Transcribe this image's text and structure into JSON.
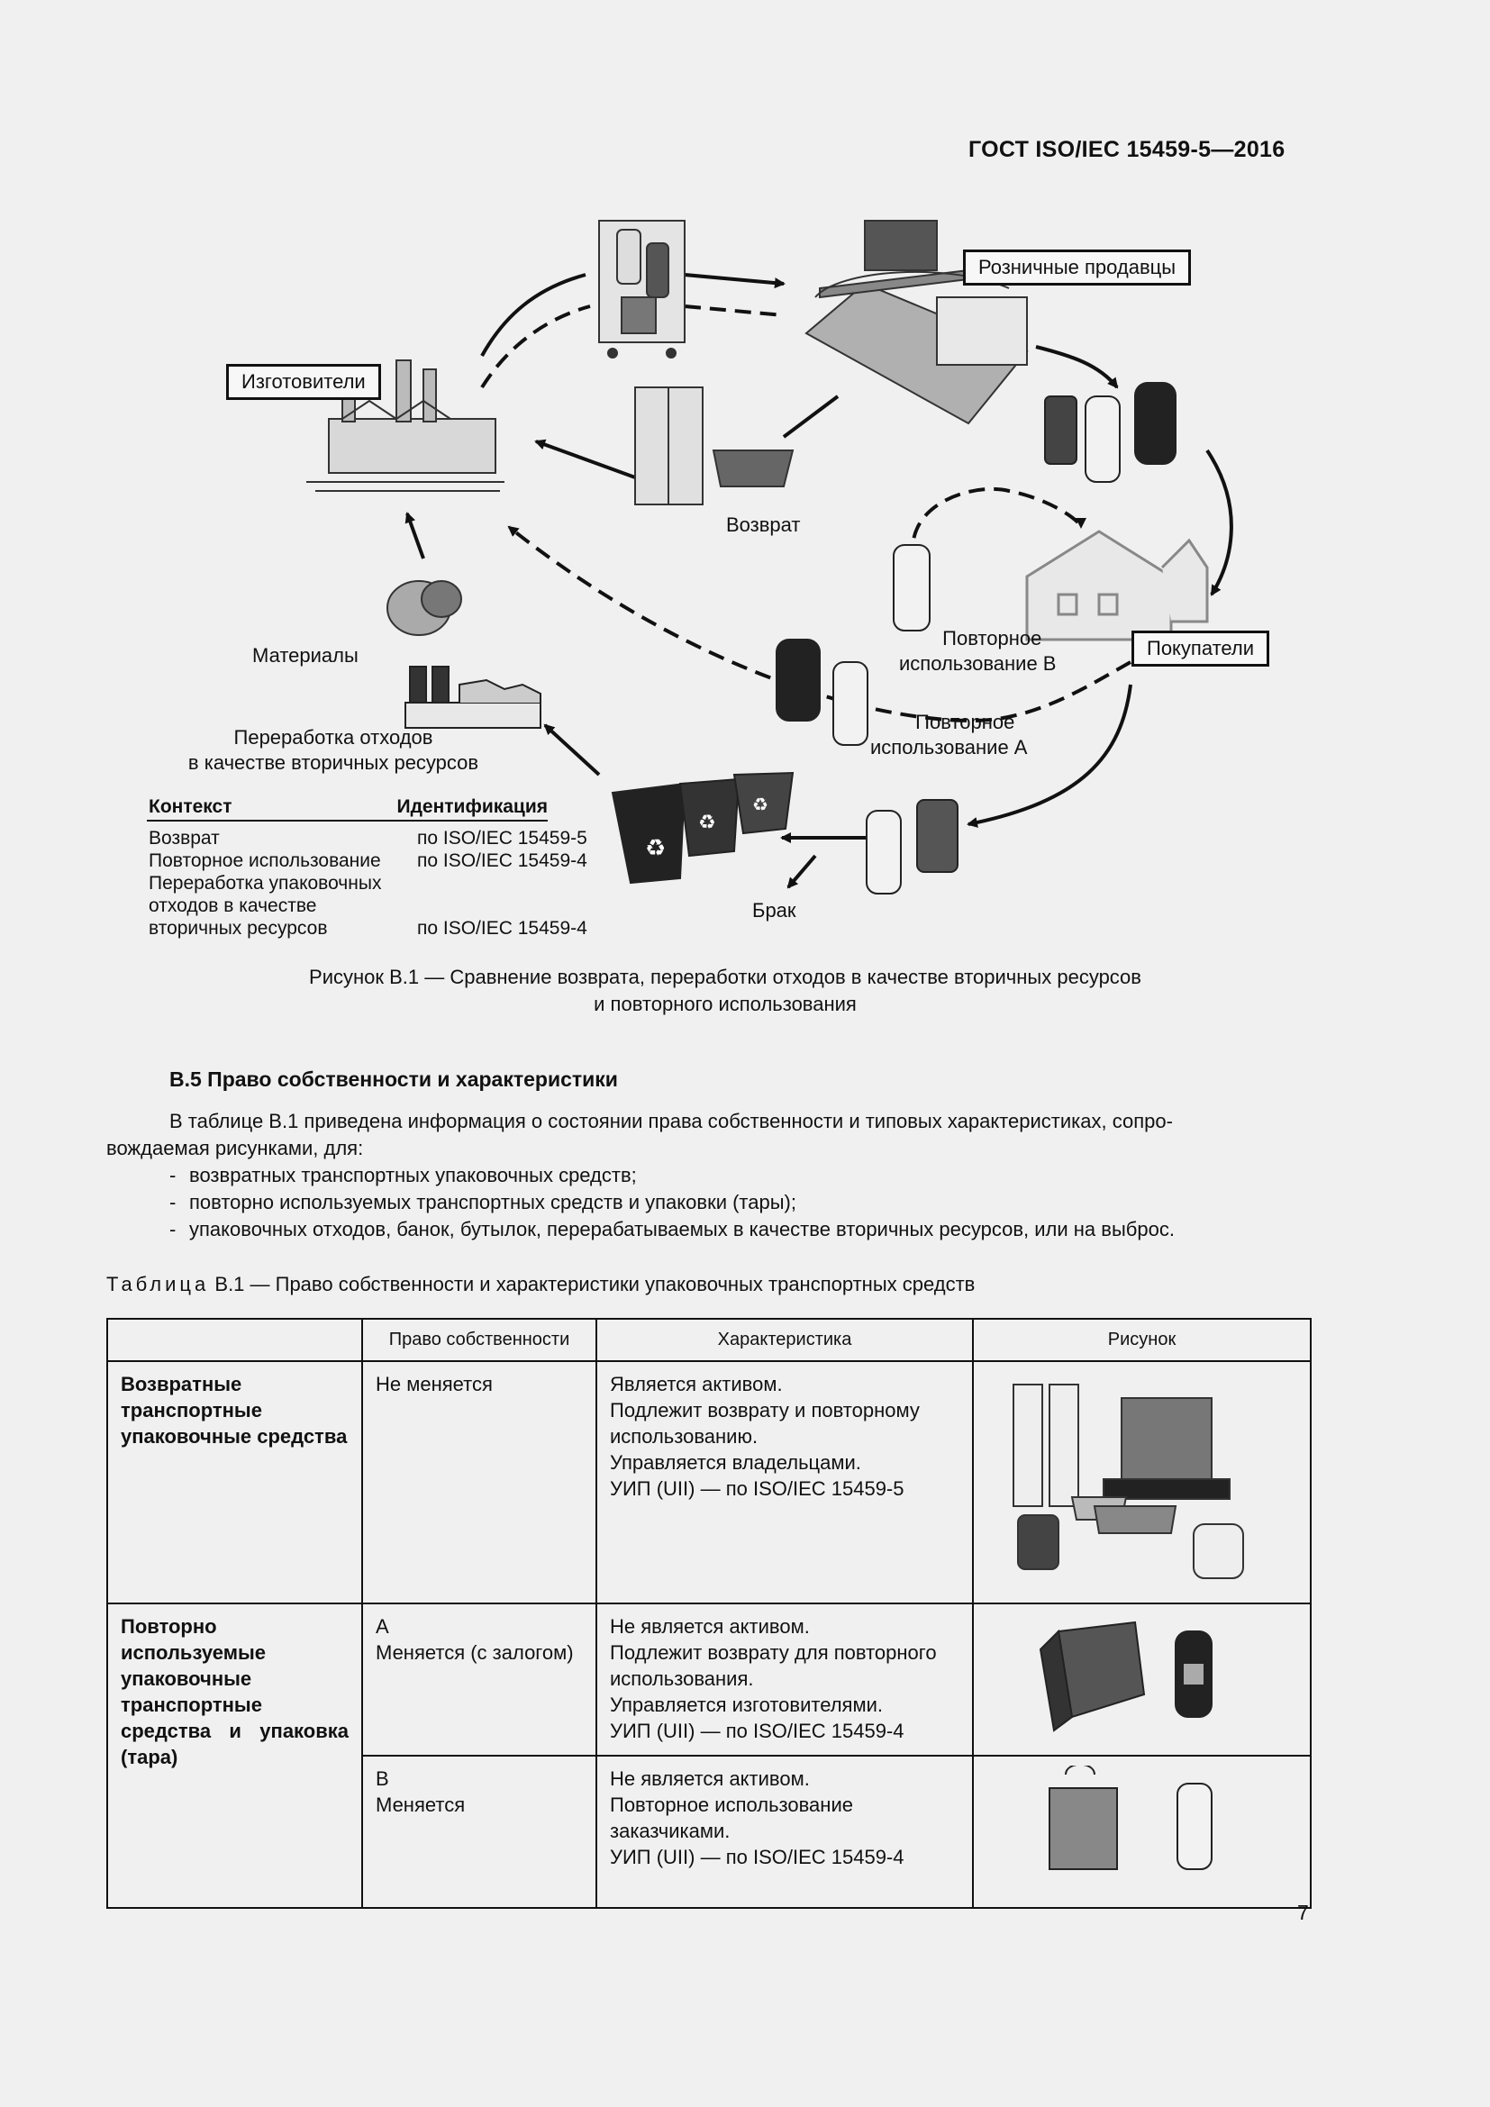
{
  "header": {
    "standard": "ГОСТ ISO/IEC 15459-5—2016"
  },
  "figure": {
    "labels": {
      "manufacturers": "Изготовители",
      "retailers": "Розничные продавцы",
      "customers": "Покупатели",
      "return": "Возврат",
      "materials": "Материалы",
      "recycling_line1": "Переработка отходов",
      "recycling_line2": "в качестве вторичных ресурсов",
      "reuse_b_line1": "Повторное",
      "reuse_b_line2": "использование B",
      "reuse_a_line1": "Повторное",
      "reuse_a_line2": "использование A",
      "scrap": "Брак"
    },
    "context_table": {
      "col_context": "Контекст",
      "col_identification": "Идентификация",
      "rows": [
        {
          "context": "Возврат",
          "id": "по ISO/IEC 15459-5"
        },
        {
          "context": "Повторное использование",
          "id": "по ISO/IEC 15459-4"
        },
        {
          "context": "Переработка упаковочных",
          "id": ""
        },
        {
          "context": "отходов в качестве",
          "id": ""
        },
        {
          "context": "вторичных ресурсов",
          "id": "по ISO/IEC 15459-4"
        }
      ]
    },
    "caption_line1": "Рисунок B.1 — Сравнение возврата, переработки отходов в качестве вторичных ресурсов",
    "caption_line2": "и повторного использования"
  },
  "section": {
    "title": "B.5 Право собственности и характеристики",
    "para_line1": "В таблице B.1 приведена информация о состоянии права собственности и типовых характеристиках, сопро-",
    "para_line2": "вождаемая рисунками, для:",
    "items": [
      "возвратных транспортных упаковочных средств;",
      "повторно используемых транспортных средств и упаковки (тары);",
      "упаковочных отходов, банок, бутылок, перерабатываемых в качестве вторичных ресурсов, или на выброс."
    ]
  },
  "table": {
    "title_prefix": "Таблица",
    "title_rest": "B.1 — Право собственности и характеристики упаковочных транспортных средств",
    "headers": [
      "",
      "Право собственности",
      "Характеристика",
      "Рисунок"
    ],
    "row1": {
      "head": "Возвратные транспортные упаковочные средства",
      "ownership": "Не меняется",
      "char": [
        "Является активом.",
        "Подлежит возврату и повторному использованию.",
        "Управляется владельцами.",
        "УИП (UII) — по ISO/IEC 15459-5"
      ]
    },
    "row2": {
      "head": "Повторно используемые упаковочные транспортные средства и упаковка (тара)",
      "a_letter": "A",
      "a_ownership": "Меняется (с залогом)",
      "a_char": [
        "Не является активом.",
        "Подлежит возврату для повторного использования.",
        "Управляется изготовителями.",
        "УИП (UII) — по ISO/IEC 15459-4"
      ],
      "b_letter": "B",
      "b_ownership": "Меняется",
      "b_char": [
        "Не является активом.",
        "Повторное использование заказчиками.",
        "УИП (UII) — по ISO/IEC 15459-4"
      ]
    }
  },
  "page_number": "7"
}
